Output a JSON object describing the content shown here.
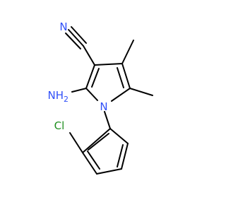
{
  "colors": {
    "bond": "#000000",
    "nitrogen": "#3050f8",
    "chlorine": "#1f8f1f",
    "carbon": "#000000"
  },
  "atoms": {
    "nitrile_n": {
      "label": "N",
      "element": "nitrogen"
    },
    "ring_n": {
      "label": "N",
      "element": "nitrogen"
    },
    "amino": {
      "label": "NH",
      "subscript": "2",
      "element": "nitrogen"
    },
    "chloro": {
      "label": "Cl",
      "element": "chlorine"
    }
  }
}
